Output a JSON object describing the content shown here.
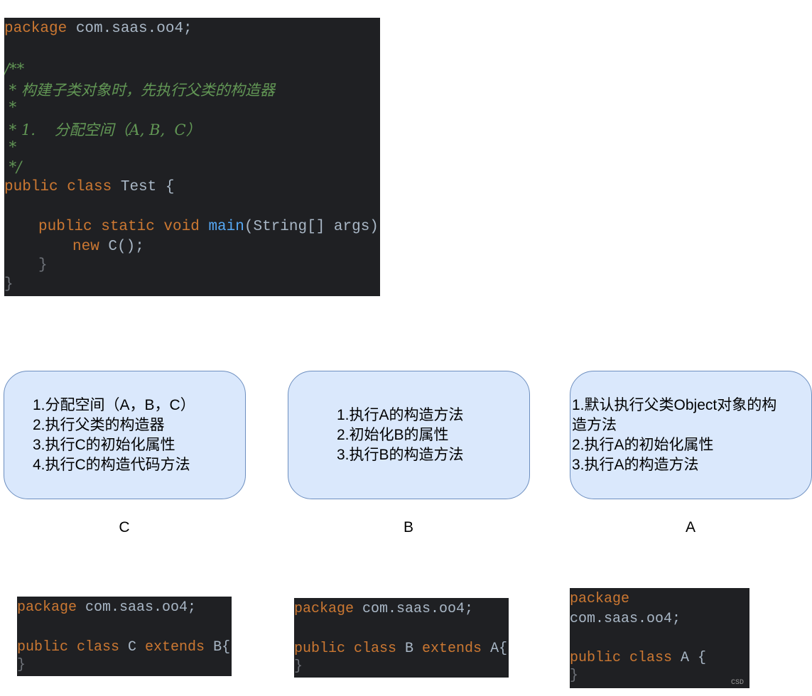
{
  "main_code": {
    "package_kw": "package",
    "package_name": " com.saas.oo4;",
    "comment_lines": [
      "/**",
      " * 构建子类对象时，先执行父类的构造器",
      " *",
      " * 1.    分配空间（A, B,  C）",
      " *",
      " */"
    ],
    "class_kw": "public class",
    "class_name": " Test {",
    "method_kw": "public static void",
    "method_name": "main",
    "method_params": "(String[] args) {",
    "new_kw": "new",
    "new_expr": " C();",
    "close_inner": "}",
    "close_outer": "}"
  },
  "boxes": {
    "c": [
      "1.分配空间（A，B，C）",
      "2.执行父类的构造器",
      "3.执行C的初始化属性",
      "4.执行C的构造代码方法"
    ],
    "b": [
      "1.执行A的构造方法",
      "2.初始化B的属性",
      "3.执行B的构造方法"
    ],
    "a": [
      "1.默认执行父类Object对象的构",
      "造方法",
      "2.执行A的初始化属性",
      "3.执行A的构造方法"
    ]
  },
  "labels": {
    "c": "C",
    "b": "B",
    "a": "A"
  },
  "code_c": {
    "package_kw": "package",
    "package_name": " com.saas.oo4;",
    "decl_kw": "public class",
    "decl_name": " C ",
    "extends_kw": "extends",
    "parent": " B{",
    "close": "}"
  },
  "code_b": {
    "package_kw": "package",
    "package_name": " com.saas.oo4;",
    "decl_kw": "public class",
    "decl_name": " B ",
    "extends_kw": "extends",
    "parent": " A{",
    "close": "}"
  },
  "code_a": {
    "package_kw": "package",
    "package_name": "com.saas.oo4;",
    "decl_kw": "public class",
    "decl_name": " A {",
    "close": "}"
  },
  "watermark": "CSD",
  "colors": {
    "code_bg": "#1f2023",
    "keyword": "#cc7832",
    "comment": "#629755",
    "function": "#56a8f5",
    "box_fill": "#dae8fc",
    "box_border": "#6c8ebf"
  }
}
